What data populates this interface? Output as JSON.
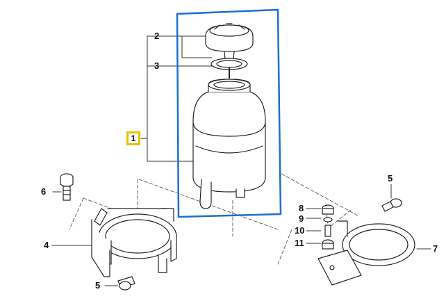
{
  "diagram": {
    "highlight_color": "#1a6fd1",
    "callout_highlight_color": "#e6c200",
    "callouts": {
      "c1": "1",
      "c2": "2",
      "c3": "3",
      "c4": "4",
      "c5a": "5",
      "c5b": "5",
      "c6": "6",
      "c7": "7",
      "c8": "8",
      "c9": "9",
      "c10": "10",
      "c11": "11"
    }
  }
}
